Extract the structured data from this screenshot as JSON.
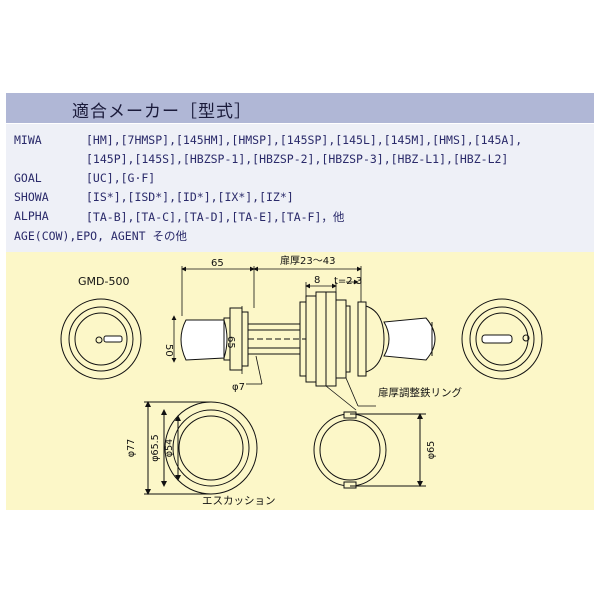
{
  "header": {
    "title": "適合メーカー［型式］"
  },
  "makers": [
    {
      "name": "MIWA",
      "lines": [
        "[HM],[7HMSP],[145HM],[HMSP],[145SP],[145L],[145M],[HMS],[145A],",
        "[145P],[145S],[HBZSP-1],[HBZSP-2],[HBZSP-3],[HBZ-L1],[HBZ-L2]"
      ]
    },
    {
      "name": "GOAL",
      "lines": [
        "[UC],[G·F]"
      ]
    },
    {
      "name": "SHOWA",
      "lines": [
        "[IS*],[ISD*],[ID*],[IX*],[IZ*]"
      ]
    },
    {
      "name": "ALPHA",
      "lines": [
        "[TA-B],[TA-C],[TA-D],[TA-E],[TA-F]，他"
      ]
    }
  ],
  "other_makers": "AGE(COW),EPO, AGENT その他",
  "drawing": {
    "model": "GMD-500",
    "dim_65_top": "65",
    "door_thickness": "扉厚23～43",
    "dim_8": "8",
    "dim_t": "t=2.3",
    "dim_50": "50",
    "dim_65_side": "65",
    "dim_phi7": "φ7",
    "ring_label": "扉厚調整鉄リング",
    "dim_phi77": "φ77",
    "dim_phi65_5": "φ65.5",
    "dim_phi54": "φ54",
    "dim_phi65": "φ65",
    "escutcheon_label": "エスカッション"
  }
}
